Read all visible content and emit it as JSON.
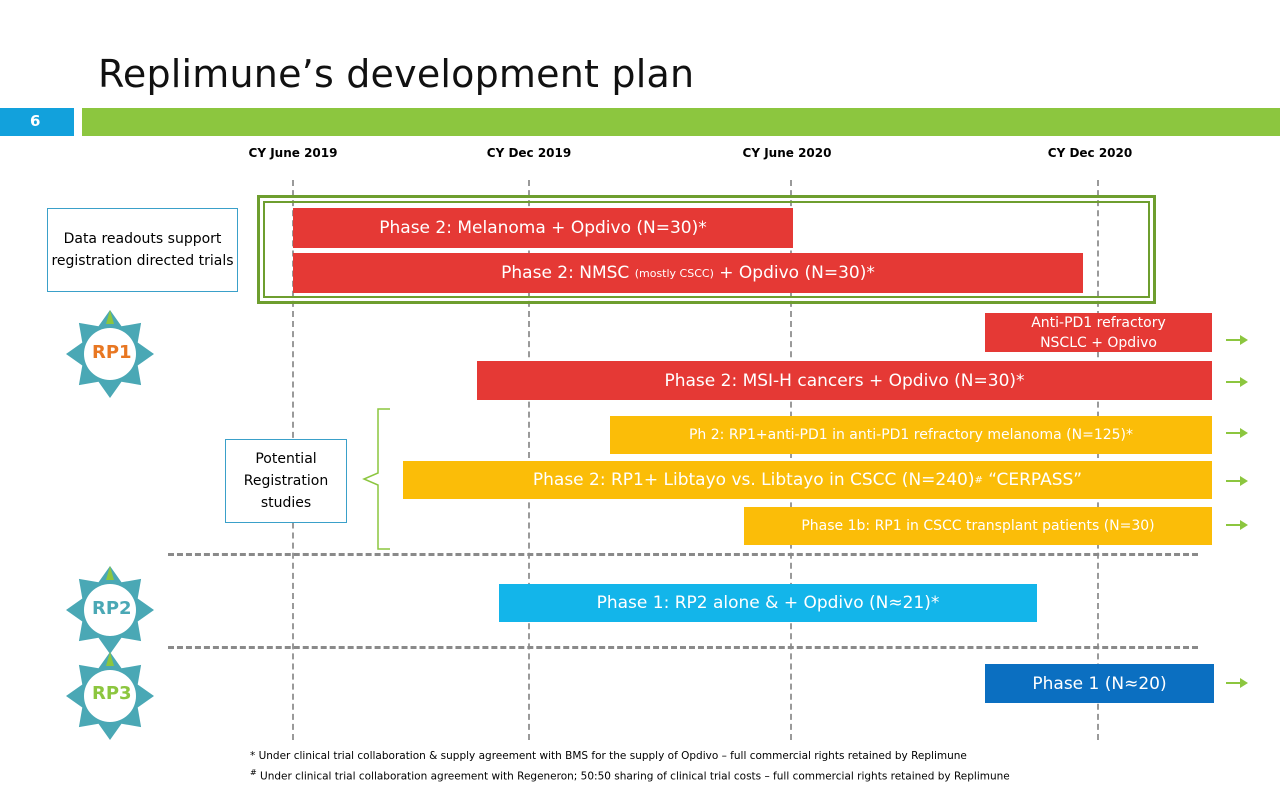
{
  "header": {
    "title": "Replimune’s development plan",
    "slide_number": "6"
  },
  "timeline": {
    "dates": [
      "CY June 2019",
      "CY Dec 2019",
      "CY June 2020",
      "CY Dec 2020"
    ]
  },
  "boxes": {
    "data_readouts": "Data readouts support registration directed trials",
    "potential_registration": "Potential Registration studies"
  },
  "products": {
    "rp1": "RP1",
    "rp2": "RP2",
    "rp3": "RP3"
  },
  "bars": {
    "melanoma": "Phase 2: Melanoma + Opdivo (N=30)*",
    "nmsc_a": "Phase 2: NMSC ",
    "nmsc_small": "(mostly CSCC)",
    "nmsc_b": " + Opdivo (N=30)*",
    "nsclc_line1": "Anti-PD1 refractory",
    "nsclc_line2": "NSCLC + Opdivo",
    "msih": "Phase 2: MSI-H cancers + Opdivo (N=30)*",
    "ph2_refractory": "Ph 2: RP1+anti-PD1 in anti-PD1 refractory melanoma (N=125)*",
    "cerpass_a": "Phase 2: RP1+ Libtayo vs. Libtayo in CSCC (N=240)",
    "cerpass_sup": "#",
    "cerpass_b": " “CERPASS”",
    "transplant": "Phase 1b: RP1 in CSCC transplant patients (N=30)",
    "rp2": "Phase 1: RP2 alone & + Opdivo (N≈21)*",
    "rp3": "Phase 1 (N≈20)"
  },
  "footnotes": {
    "note1_mark": "*",
    "note1": " Under clinical trial collaboration & supply agreement with BMS for the supply of Opdivo – full commercial rights retained by Replimune",
    "note2_mark": "#",
    "note2": " Under clinical trial collaboration agreement with Regeneron; 50:50 sharing of clinical trial costs – full commercial rights retained by Replimune"
  },
  "colors": {
    "title_band": "#8cc63f",
    "slide_number_box": "#12a1dc",
    "phase_red": "#e53935",
    "phase_gold": "#fbbd08",
    "phase_sky": "#13b5ea",
    "phase_blue": "#0b6fc1",
    "arrow_green": "#8cc63f",
    "badge_teal": "#4aa8b5",
    "rp1_label": "#e87722",
    "rp2_label": "#4aa8b5",
    "rp3_label": "#8cc63f"
  },
  "icons": [
    "right-arrow-icon",
    "star-badge-icon",
    "brace-icon"
  ]
}
